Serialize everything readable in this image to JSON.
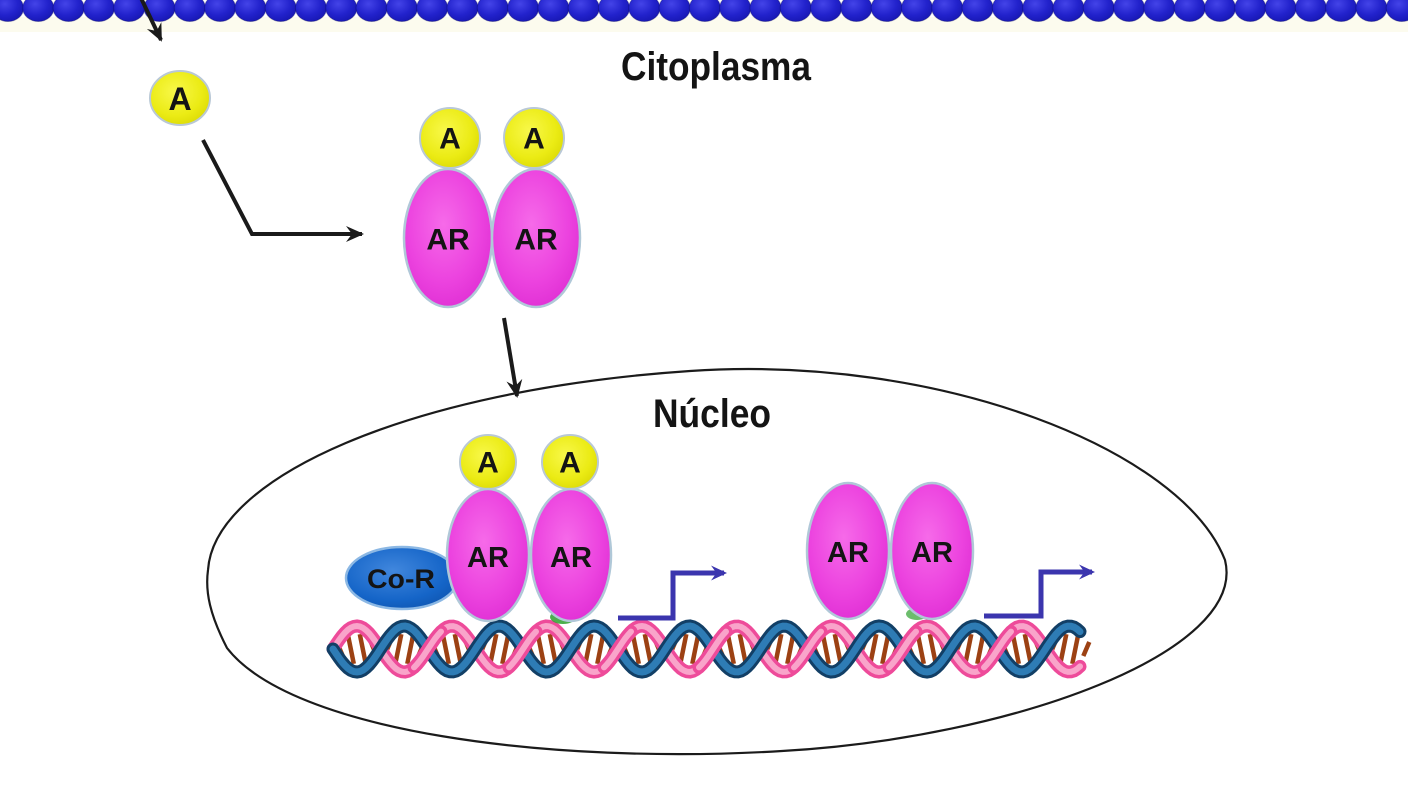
{
  "diagram": {
    "labels": {
      "cytoplasm": "Citoplasma",
      "nucleus": "Núcleo"
    },
    "molecules": {
      "androgen": "A",
      "androgen_receptor": "AR",
      "corepressor": "Co-R"
    },
    "colors": {
      "membrane_bead": "#2222cc",
      "androgen_fill": "#ebeb14",
      "receptor_fill": "#ec43df",
      "corepressor_fill": "#1565c8",
      "black_arrow": "#1a1a1a",
      "transcription_arrow": "#3b35ae",
      "nucleus_outline": "#1b1b1b",
      "dna_pink": "#ee4b9a",
      "dna_pink_light": "#f9a4ca",
      "dna_blue": "#2e7cb5",
      "dna_blue_dark": "#123f66",
      "dna_rung": "#9c4113",
      "contact_green": "#2ea12e"
    }
  }
}
